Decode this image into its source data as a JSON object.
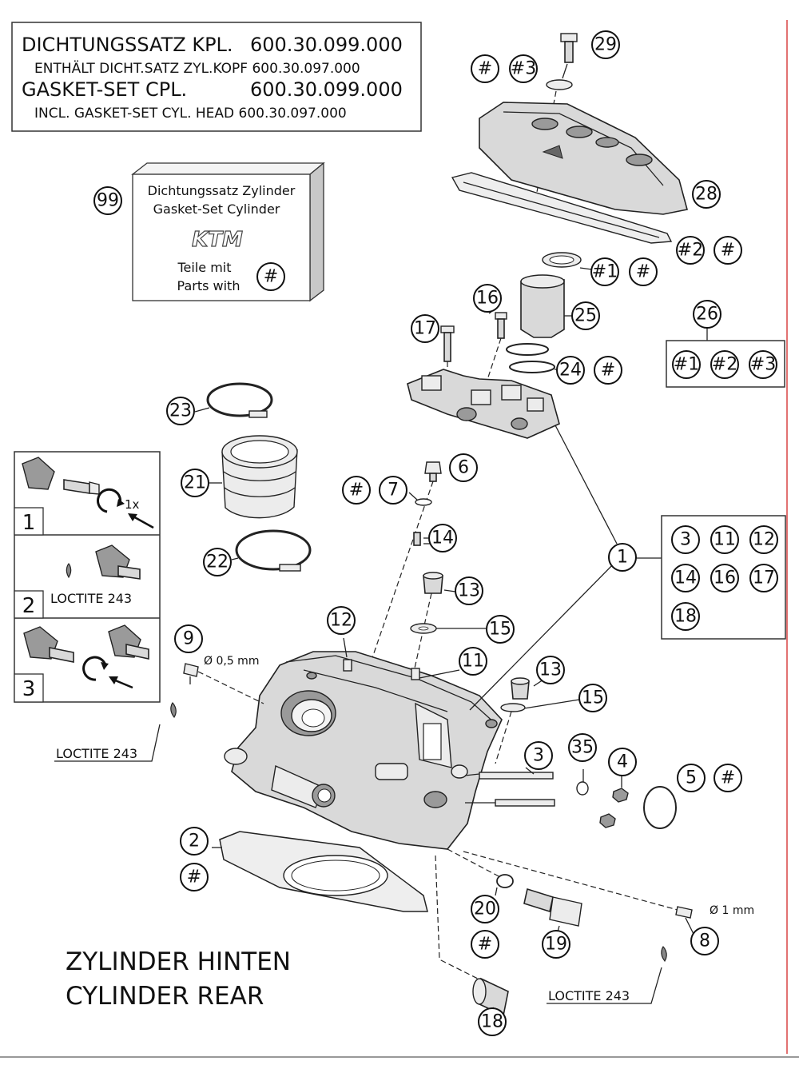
{
  "header_box": {
    "line1_label": "DICHTUNGSSATZ KPL.",
    "line1_number": "600.30.099.000",
    "line2": "ENTHÄLT DICHT.SATZ ZYL.KOPF 600.30.097.000",
    "line3_label": "GASKET-SET CPL.",
    "line3_number": "600.30.099.000",
    "line4": "INCL. GASKET-SET CYL. HEAD 600.30.097.000"
  },
  "gasket_box": {
    "callout": "99",
    "line1": "Dichtungssatz Zylinder",
    "line2": "Gasket-Set Cylinder",
    "logo": "KTM",
    "line3": "Teile mit",
    "line4": "Parts with",
    "marker": "#"
  },
  "steps": [
    {
      "number": "1",
      "note": "1x",
      "loctite": ""
    },
    {
      "number": "2",
      "note": "",
      "loctite": "LOCTITE 243"
    },
    {
      "number": "3",
      "note": "",
      "loctite": ""
    }
  ],
  "annotations": {
    "loctite_left": "LOCTITE 243",
    "loctite_right": "LOCTITE 243",
    "dia_left": "Ø 0,5 mm",
    "dia_right": "Ø 1 mm"
  },
  "group_26": [
    "#1",
    "#2",
    "#3"
  ],
  "group_1": [
    "3",
    "11",
    "12",
    "14",
    "16",
    "17",
    "18"
  ],
  "callouts": {
    "c29": "29",
    "hash_29": "#",
    "h3_29": "#3",
    "c28": "28",
    "h2_28": "#2",
    "hash_28": "#",
    "h1_25": "#1",
    "hash_25": "#",
    "c16": "16",
    "c17": "17",
    "c25": "25",
    "c24": "24",
    "hash_24": "#",
    "c26": "26",
    "c23": "23",
    "c21": "21",
    "c22": "22",
    "c6": "6",
    "hash_7": "#",
    "c7": "7",
    "c14": "14",
    "c13a": "13",
    "c15a": "15",
    "c12": "12",
    "c11": "11",
    "c13b": "13",
    "c15b": "15",
    "c1": "1",
    "c9": "9",
    "c3": "3",
    "c35": "35",
    "c4": "4",
    "c5": "5",
    "hash_5": "#",
    "c2": "2",
    "hash_2": "#",
    "c20": "20",
    "hash_20": "#",
    "c19": "19",
    "c8": "8",
    "c18": "18"
  },
  "title": {
    "de": "ZYLINDER HINTEN",
    "en": "CYLINDER REAR"
  },
  "colors": {
    "line": "#222222",
    "part_fill": "#d9d9d9",
    "border_accent": "#d94444"
  }
}
